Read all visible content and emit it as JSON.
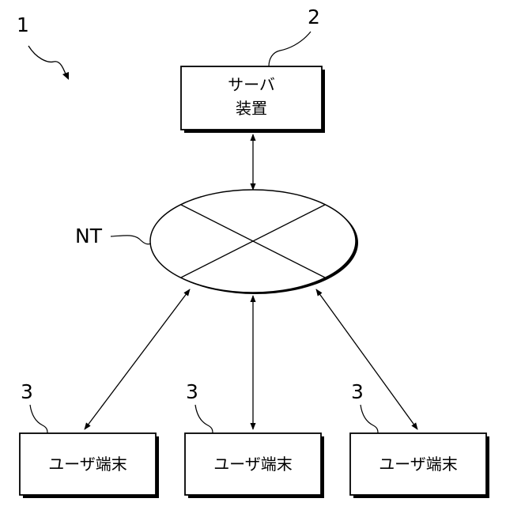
{
  "figure": {
    "system_ref": "1",
    "server": {
      "ref": "2",
      "label_line1": "サーバ",
      "label_line2": "装置"
    },
    "network": {
      "label": "NT"
    },
    "terminals": [
      {
        "ref": "3",
        "label": "ユーザ端末"
      },
      {
        "ref": "3",
        "label": "ユーザ端末"
      },
      {
        "ref": "3",
        "label": "ユーザ端末"
      }
    ]
  }
}
